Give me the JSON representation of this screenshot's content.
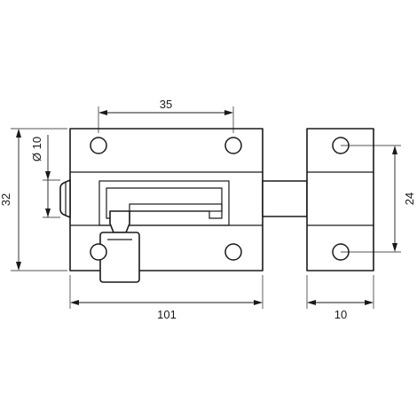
{
  "dimensions": {
    "hole_spacing_top": "35",
    "hole_diameter": "Ø 10",
    "overall_height": "32",
    "keeper_hole_spacing": "24",
    "overall_length": "101",
    "keeper_width": "10"
  }
}
